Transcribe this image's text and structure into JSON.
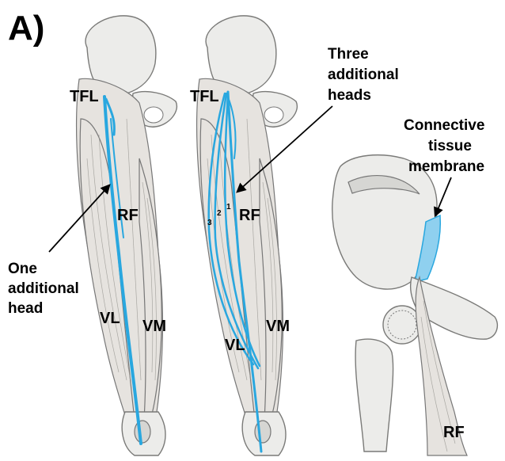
{
  "panel_label": "A)",
  "left_leg": {
    "tfl": "TFL",
    "rf": "RF",
    "vl": "VL",
    "vm": "VM",
    "annotation": [
      "One",
      "additional",
      "head"
    ]
  },
  "middle_leg": {
    "tfl": "TFL",
    "rf": "RF",
    "vl": "VL",
    "vm": "VM",
    "head_numbers": [
      "1",
      "2",
      "3"
    ],
    "annotation": [
      "Three",
      "additional",
      "heads"
    ]
  },
  "hip_view": {
    "rf": "RF",
    "annotation": [
      "Connective",
      "tissue",
      "membrane"
    ]
  },
  "colors": {
    "highlight": "#29a7df",
    "membrane": "#8fd0ef"
  }
}
